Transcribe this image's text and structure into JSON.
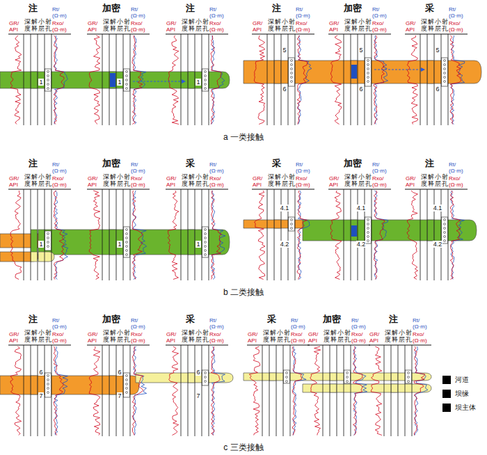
{
  "diagram": {
    "labels": [
      "注",
      "GR/ API",
      "深度",
      "解释",
      "小层",
      "射孔",
      "Rt/ (Ω·m)",
      "Rxo/ (Ω·m)",
      "1",
      "加密",
      "GR/ API",
      "深度",
      "解释",
      "小层",
      "射孔",
      "Rt/ (Ω·m)",
      "Rxo/ (Ω·m)",
      "1",
      "注",
      "GR/ API",
      "深度",
      "解释",
      "小层",
      "射孔",
      "Rt/ (Ω·m)",
      "Rxo/ (Ω·m)",
      "1",
      "注",
      "GR/ API",
      "深度",
      "解释",
      "小层",
      "射孔",
      "Rt/ (Ω·m)",
      "Rxo/ (Ω·m)",
      "5",
      "6",
      "加密",
      "GR/ API",
      "深度",
      "解释",
      "小层",
      "射孔",
      "Rt/ (Ω·m)",
      "Rxo/ (Ω·m)",
      "5",
      "6",
      "采",
      "GR/ API",
      "深度",
      "解释",
      "小层",
      "射孔",
      "Rt/ (Ω·m)",
      "Rxo/ (Ω·m)",
      "5",
      "6",
      "a 一类接触",
      "注",
      "GR/ API",
      "深度",
      "解释",
      "小层",
      "射孔",
      "Rt/ (Ω·m)",
      "Rxo/ (Ω·m)",
      "1",
      "加密",
      "GR/ API",
      "深度",
      "解释",
      "小层",
      "射孔",
      "Rt/ (Ω·m)",
      "Rxo/ (Ω·m)",
      "1",
      "采",
      "GR/ API",
      "深度",
      "解释",
      "小层",
      "射孔",
      "Rt/ (Ω·m)",
      "Rxo/ (Ω·m)",
      "1",
      "采",
      "GR/ API",
      "深度",
      "解释",
      "小层",
      "射孔",
      "Rt/ (Ω·m)",
      "Rxo/ (Ω·m)",
      "4.1",
      "4.2",
      "加密",
      "GR/ API",
      "深度",
      "解释",
      "小层",
      "射孔",
      "Rt/ (Ω·m)",
      "Rxo/ (Ω·m)",
      "4.1",
      "4.2",
      "注",
      "GR/ API",
      "深度",
      "解释",
      "小层",
      "射孔",
      "Rt/ (Ω·m)",
      "Rxo/ (Ω·m)",
      "4.1",
      "4.2",
      "b 二类接触",
      "注",
      "GR/ API",
      "深度",
      "解释",
      "小层",
      "射孔",
      "Rt/ (Ω·m)",
      "Rxo/ (Ω·m)",
      "6",
      "7",
      "加密",
      "GR/ API",
      "深度",
      "解释",
      "小层",
      "射孔",
      "Rt/ (Ω·m)",
      "Rxo/ (Ω·m)",
      "6",
      "7",
      "采",
      "GR/ API",
      "深度",
      "解释",
      "小层",
      "射孔",
      "Rt/ (Ω·m)",
      "Rxo/ (Ω·m)",
      "6",
      "7",
      "采",
      "GR/ API",
      "深度",
      "解释",
      "小层",
      "射孔",
      "Rt/ (Ω·m)",
      "Rxo/ (Ω·m)",
      "加密",
      "GR/ API",
      "深度",
      "解释",
      "小层",
      "射孔",
      "Rt/ (Ω·m)",
      "Rxo/ (Ω·m)",
      "注",
      "GR/ API",
      "深度",
      "解释",
      "小层",
      "射孔",
      "Rt/ (Ω·m)",
      "Rxo/ (Ω·m)",
      "c 三类接触"
    ],
    "legend": [
      {
        "text": "河道",
        "color": "#000000"
      },
      {
        "text": "坝缘",
        "color": "#000000"
      },
      {
        "text": "坝主体",
        "color": "#000000"
      }
    ]
  }
}
